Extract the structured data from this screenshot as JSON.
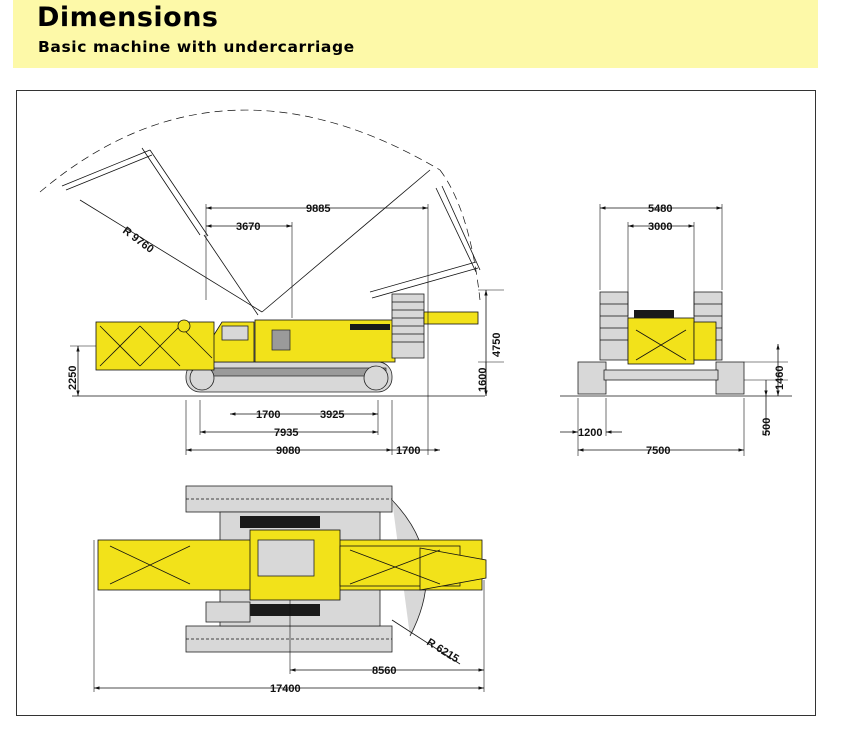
{
  "header": {
    "title": "Dimensions",
    "subtitle": "Basic machine with undercarriage"
  },
  "side_view": {
    "radius_label": "R 9760",
    "dims": {
      "top_overall": "9885",
      "top_inner": "3670",
      "height_total": "4750",
      "height_deck": "1600",
      "height_boom": "2250",
      "track_a": "1700",
      "track_b": "3925",
      "track_length": "7935",
      "overall_length": "9080",
      "rear_overhang": "1700"
    }
  },
  "front_view": {
    "dims": {
      "width_top": "5480",
      "width_inner": "3000",
      "height": "1460",
      "ground_clear": "500",
      "track_width": "1200",
      "overall_width": "7500"
    }
  },
  "top_view": {
    "radius_label": "R 6215",
    "dims": {
      "swing_length": "8560",
      "overall_length": "17400"
    }
  },
  "colors": {
    "header_bg": "#fdf9a8",
    "machine_yellow": "#f2e21a",
    "track_grey": "#d8d8d8"
  }
}
